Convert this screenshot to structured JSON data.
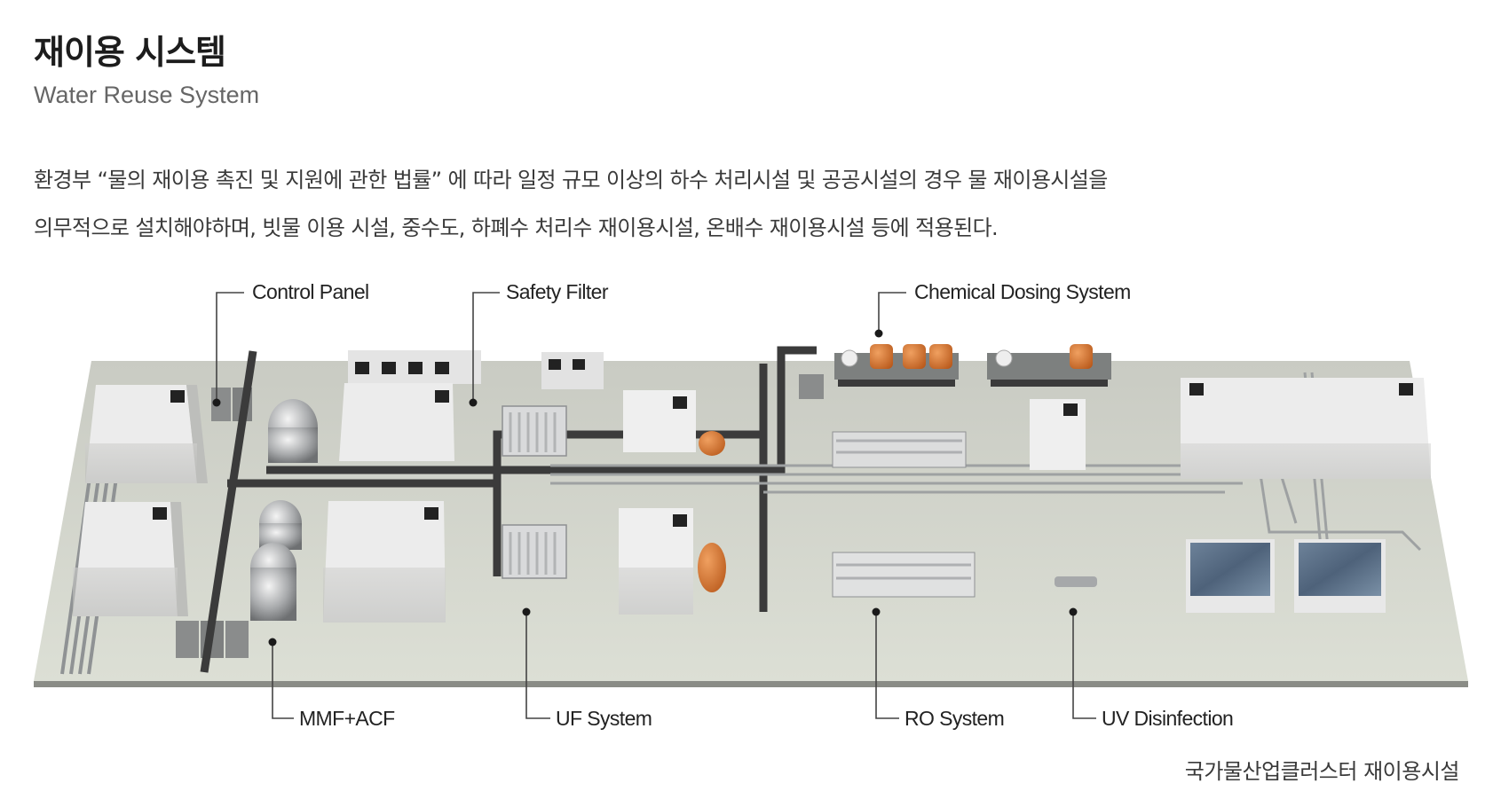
{
  "header": {
    "title": "재이용 시스템",
    "subtitle": "Water Reuse System"
  },
  "description": {
    "lines": [
      "환경부 “물의 재이용 촉진 및 지원에 관한 법률” 에 따라 일정 규모 이상의 하수 처리시설 및 공공시설의 경우 물 재이용시설을",
      "의무적으로 설치해야하며, 빗물 이용 시설, 중수도, 하폐수 처리수 재이용시설, 온배수 재이용시설 등에 적용된다."
    ]
  },
  "diagram": {
    "top_labels": {
      "control_panel": "Control Panel",
      "safety_filter": "Safety Filter",
      "chemical_dosing": "Chemical Dosing System"
    },
    "bottom_labels": {
      "mmf_acf": "MMF+ACF",
      "uf_system": "UF System",
      "ro_system": "RO System",
      "uv_disinfection": "UV Disinfection"
    },
    "colors": {
      "platform": "#d4d6cd",
      "platform_edge": "#8a8c86",
      "tank_white": "#ececec",
      "tank_side": "#c4c4c2",
      "pipe_dark": "#3b3b3b",
      "pipe_light": "#9ea1a2",
      "chemical_orange": "#d9772e",
      "water_blue": "#5c7188",
      "leader_line": "#444444"
    }
  },
  "caption": "국가물산업클러스터 재이용시설"
}
